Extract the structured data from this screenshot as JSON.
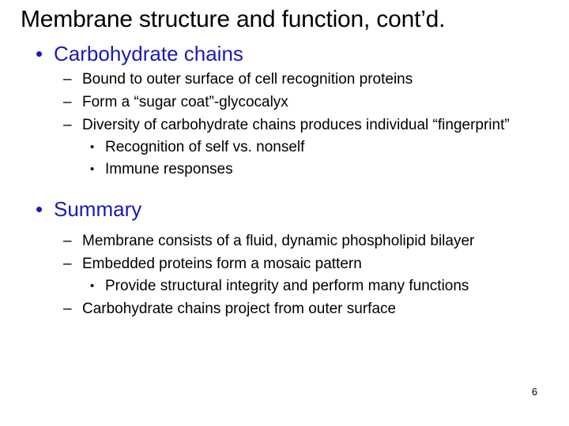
{
  "slide": {
    "title": "Membrane structure and function, cont’d.",
    "page_number": "6",
    "accent_color": "#1a1ab4",
    "text_color": "#000000",
    "background_color": "#ffffff",
    "bullet_glyphs": {
      "level1": "•",
      "level2": "–",
      "level3": "•"
    },
    "sections": [
      {
        "heading": "Carbohydrate chains",
        "items": [
          {
            "level": 2,
            "text": "Bound to outer surface of cell recognition proteins"
          },
          {
            "level": 2,
            "text": "Form a “sugar coat”-glycocalyx"
          },
          {
            "level": 2,
            "text": "Diversity of carbohydrate chains produces individual “fingerprint”"
          },
          {
            "level": 3,
            "text": "Recognition of self vs. nonself"
          },
          {
            "level": 3,
            "text": "Immune responses"
          }
        ]
      },
      {
        "heading": "Summary",
        "items": [
          {
            "level": 2,
            "text": "Membrane consists of a fluid, dynamic phospholipid bilayer"
          },
          {
            "level": 2,
            "text": "Embedded proteins form a mosaic pattern"
          },
          {
            "level": 3,
            "text": "Provide structural integrity and perform many functions"
          },
          {
            "level": 2,
            "text": "Carbohydrate chains project from outer surface"
          }
        ]
      }
    ]
  }
}
